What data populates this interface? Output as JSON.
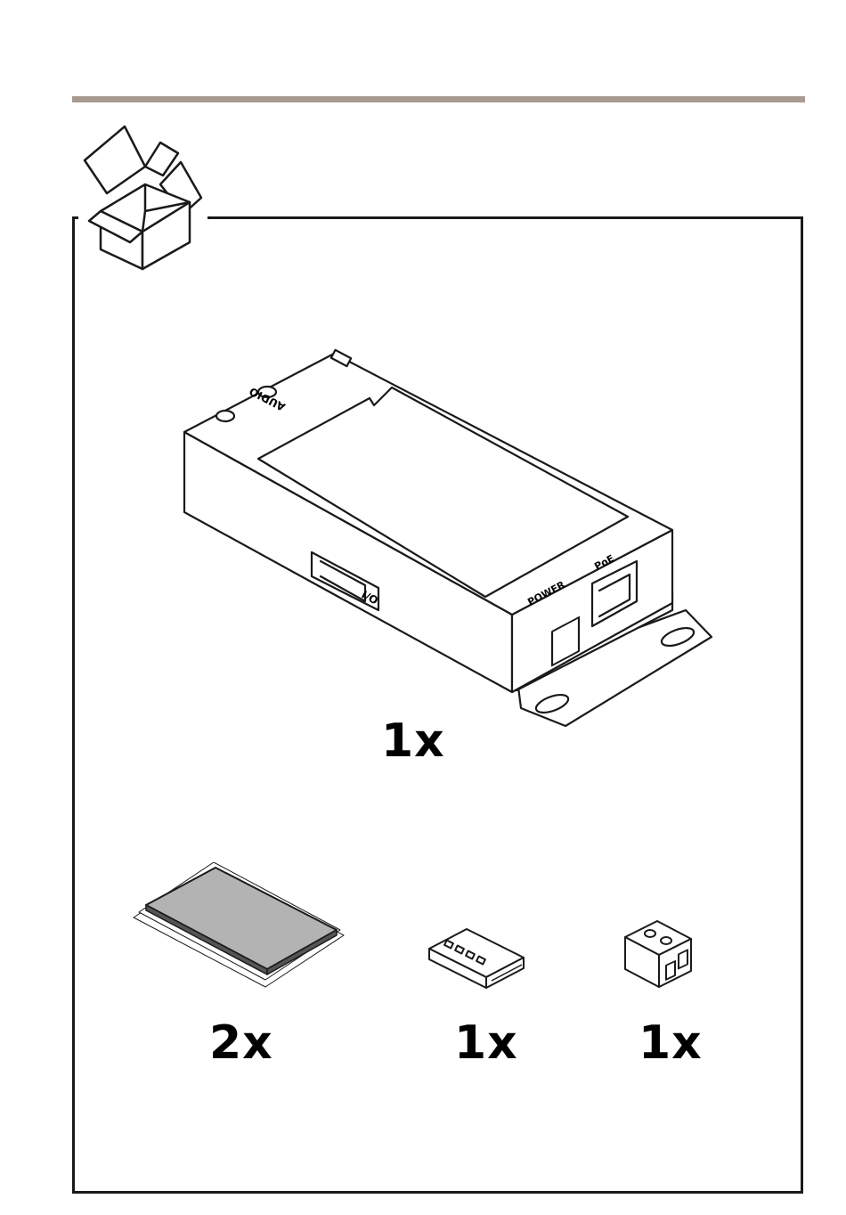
{
  "items": [
    {
      "name": "encoder-unit",
      "quantity": "1x",
      "port_labels": {
        "audio": "AUDIO",
        "io": "I/O",
        "power": "POWER",
        "poe": "PoE"
      }
    },
    {
      "name": "adhesive-pad",
      "quantity": "2x"
    },
    {
      "name": "io-connector-block",
      "quantity": "1x"
    },
    {
      "name": "power-terminal-block",
      "quantity": "1x"
    }
  ],
  "colors": {
    "rule": "#a89a90",
    "stroke": "#1a1a1a",
    "pad_fill": "#b3b3b3"
  }
}
